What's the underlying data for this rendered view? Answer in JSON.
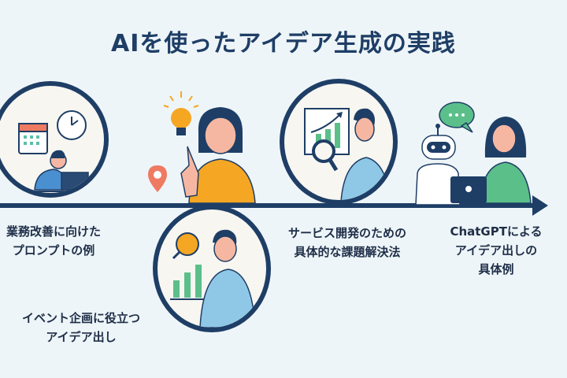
{
  "title": "AIを使ったアイデア生成の実践",
  "colors": {
    "background": "#eef5f8",
    "navy": "#1e3e66",
    "orange": "#f5a623",
    "green": "#5bbf8a",
    "light_blue": "#7fbfe0",
    "coral": "#ef7a62",
    "circle_fill": "#f7f6f1"
  },
  "steps": [
    {
      "label_line1": "業務改善に向けた",
      "label_line2": "プロンプトの例",
      "icons": [
        "calendar-icon",
        "clock-icon",
        "person-laptop-icon"
      ]
    },
    {
      "label_line1": "イベント企画に役立つ",
      "label_line2": "アイデア出し",
      "icons": [
        "lightbulb-icon",
        "location-pin-icon",
        "woman-pointing-icon",
        "magnifier-icon",
        "bar-chart-icon",
        "man-presenting-icon"
      ]
    },
    {
      "label_line1": "サービス開発のための",
      "label_line2": "具体的な課題解決法",
      "icons": [
        "growth-chart-board-icon",
        "magnifier-icon",
        "man-analyzing-icon"
      ]
    },
    {
      "label_line1": "ChatGPTによる",
      "label_line2": "アイデア出しの",
      "label_line3": "具体例",
      "icons": [
        "robot-icon",
        "chat-bubble-icon",
        "woman-laptop-icon"
      ]
    }
  ]
}
